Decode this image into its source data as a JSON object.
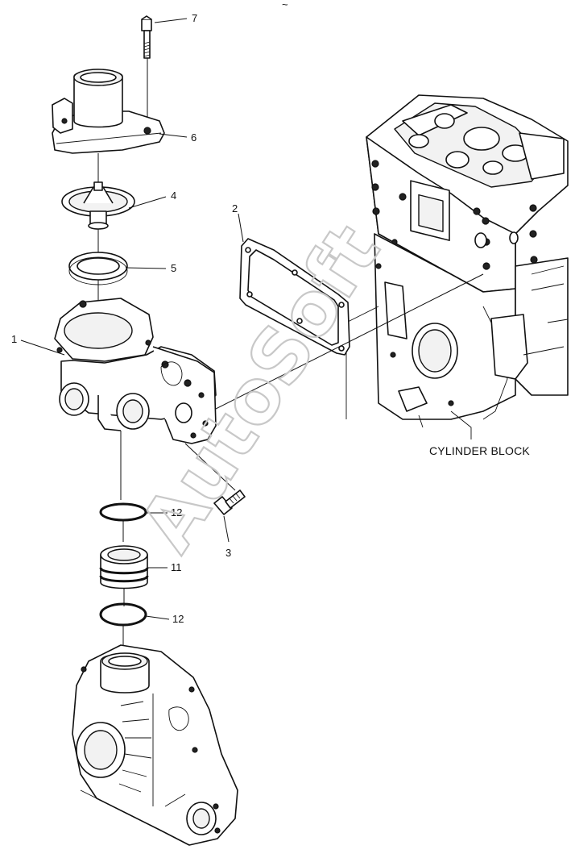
{
  "diagram": {
    "caption": "CYLINDER BLOCK",
    "watermark": "AutoSoft",
    "top_mark": "~",
    "callouts": {
      "bolt": "7",
      "thermostat_cover": "6",
      "thermostat": "4",
      "thermostat_seal": "5",
      "housing": "1",
      "gasket": "2",
      "bolt_lower": "3",
      "o_ring_upper": "12",
      "connector_pipe": "11",
      "o_ring_lower": "12"
    }
  }
}
